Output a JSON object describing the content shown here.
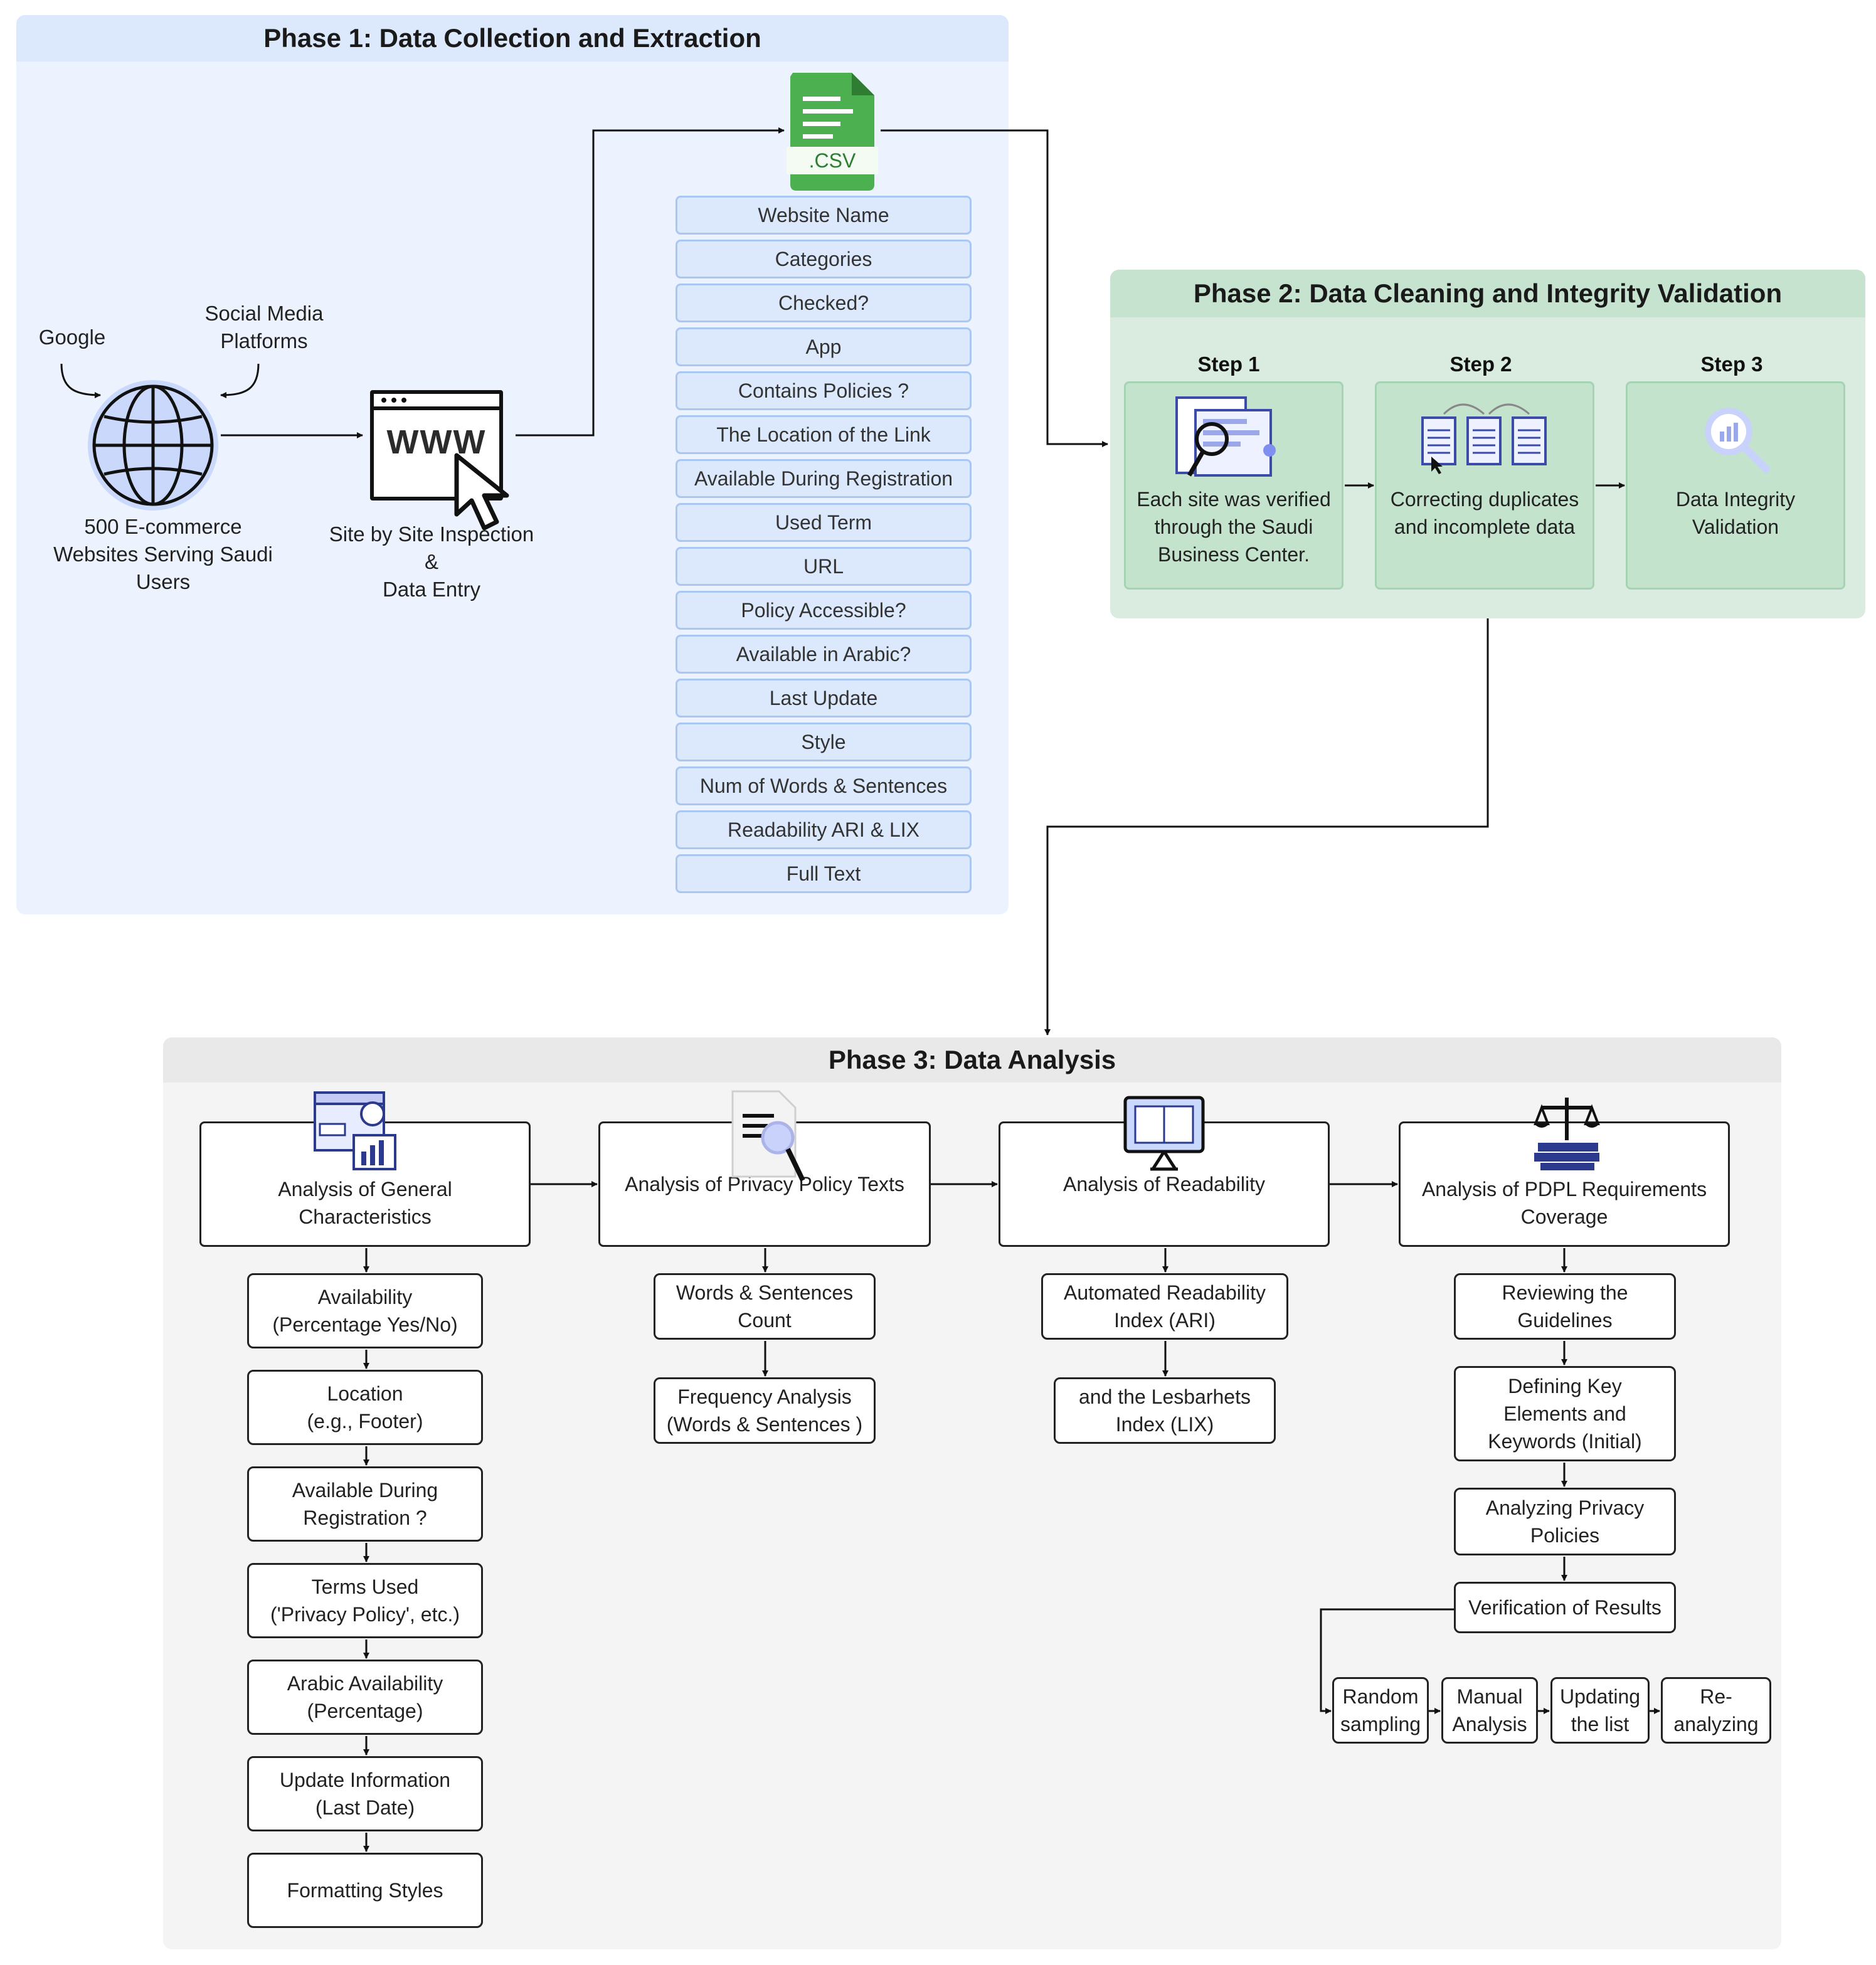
{
  "phase1": {
    "title": "Phase 1: Data Collection and Extraction",
    "google": "Google",
    "social": [
      "Social Media",
      "Platforms"
    ],
    "globe_caption": [
      "500 E-commerce",
      "Websites Serving Saudi",
      "Users"
    ],
    "inspect_caption": [
      "Site by Site Inspection",
      "&",
      "Data Entry"
    ],
    "www": "WWW",
    "csv": ".CSV",
    "fields": [
      "Website Name",
      "Categories",
      "Checked?",
      "App",
      "Contains Policies ?",
      "The Location of the Link",
      "Available During Registration",
      "Used Term",
      "URL",
      "Policy Accessible?",
      "Available in Arabic?",
      "Last Update",
      "Style",
      "Num of Words & Sentences",
      "Readability ARI & LIX",
      "Full Text"
    ]
  },
  "phase2": {
    "title": "Phase 2: Data Cleaning and Integrity Validation",
    "steps": [
      {
        "title": "Step 1",
        "text": [
          "Each site was verified",
          "through the Saudi",
          "Business Center."
        ]
      },
      {
        "title": "Step 2",
        "text": [
          "Correcting duplicates",
          "and incomplete data"
        ]
      },
      {
        "title": "Step 3",
        "text": [
          "Data Integrity",
          "Validation"
        ]
      }
    ]
  },
  "phase3": {
    "title": "Phase 3: Data Analysis",
    "main": [
      [
        "Analysis of General",
        "Characteristics"
      ],
      [
        "Analysis of Privacy Policy Texts"
      ],
      [
        "Analysis of Readability"
      ],
      [
        "Analysis of PDPL Requirements",
        "Coverage"
      ]
    ],
    "col1": [
      [
        "Availability",
        "(Percentage Yes/No)"
      ],
      [
        "Location",
        "(e.g., Footer)"
      ],
      [
        "Available During",
        "Registration ?"
      ],
      [
        "Terms Used",
        "('Privacy Policy', etc.)"
      ],
      [
        "Arabic Availability",
        "(Percentage)"
      ],
      [
        "Update Information",
        "(Last Date)"
      ],
      [
        "Formatting Styles"
      ]
    ],
    "col2": [
      [
        "Words & Sentences",
        "Count"
      ],
      [
        "Frequency Analysis",
        "(Words & Sentences )"
      ]
    ],
    "col3": [
      [
        "Automated Readability",
        "Index (ARI)"
      ],
      [
        "and the Lesbarhets",
        "Index (LIX)"
      ]
    ],
    "col4": [
      [
        "Reviewing the",
        "Guidelines"
      ],
      [
        "Defining Key",
        "Elements and",
        "Keywords (Initial)"
      ],
      [
        "Analyzing Privacy",
        "Policies"
      ],
      [
        "Verification of Results"
      ]
    ],
    "verify": [
      [
        "Random",
        "sampling"
      ],
      [
        "Manual",
        "Analysis"
      ],
      [
        "Updating",
        "the list"
      ],
      [
        "Re-",
        "analyzing"
      ]
    ]
  },
  "colors": {
    "phase1_bg": "#edf3fe",
    "phase2_bg": "#d9ecdf",
    "phase3_bg": "#f4f4f4",
    "csv_green": "#4caf50",
    "globe_blue": "#c9d8fb"
  }
}
